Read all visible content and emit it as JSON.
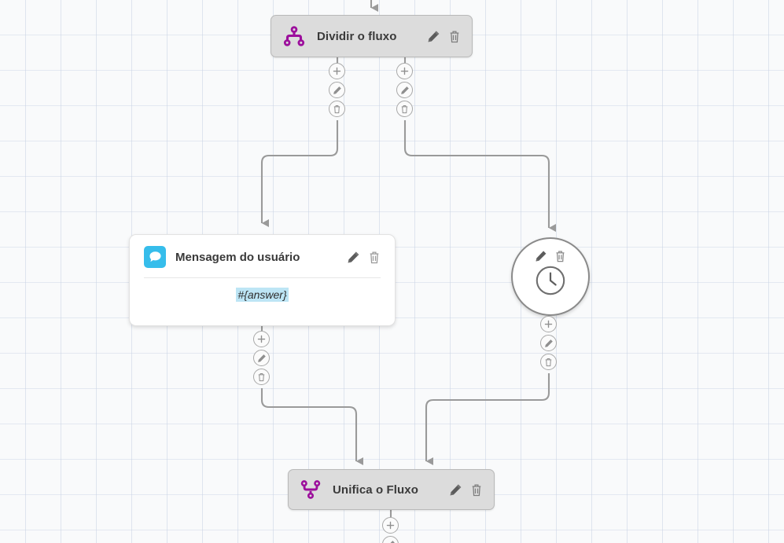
{
  "canvas": {
    "background_color": "#f9fafb",
    "grid_color": "#c8d2e4",
    "grid_size": 45
  },
  "colors": {
    "split_icon": "#9c0f9c",
    "merge_icon": "#9c0f9c",
    "chat_icon_bg": "#36bdeb",
    "node_gray": "#dcdcdc",
    "edge": "#9a9a9a",
    "variable_highlight": "#bde5f5"
  },
  "nodes": [
    {
      "id": "split",
      "title": "Dividir o fluxo",
      "icon": "split-flow-icon",
      "style": "gray-box",
      "edit_label": "pencil-icon",
      "delete_label": "trash-icon"
    },
    {
      "id": "user-message",
      "title": "Mensagem do usuário",
      "icon": "chat-bubble-icon",
      "style": "white-card",
      "body_text": "#{answer}",
      "edit_label": "pencil-icon",
      "delete_label": "trash-icon"
    },
    {
      "id": "delay",
      "title": "",
      "icon": "clock-icon",
      "style": "circle",
      "edit_label": "pencil-icon",
      "delete_label": "trash-icon"
    },
    {
      "id": "merge",
      "title": "Unifica o Fluxo",
      "icon": "merge-flow-icon",
      "style": "gray-box",
      "edit_label": "pencil-icon",
      "delete_label": "trash-icon"
    }
  ],
  "ports": {
    "add_label": "+",
    "edit_label": "pencil-icon",
    "delete_label": "trash-icon"
  }
}
